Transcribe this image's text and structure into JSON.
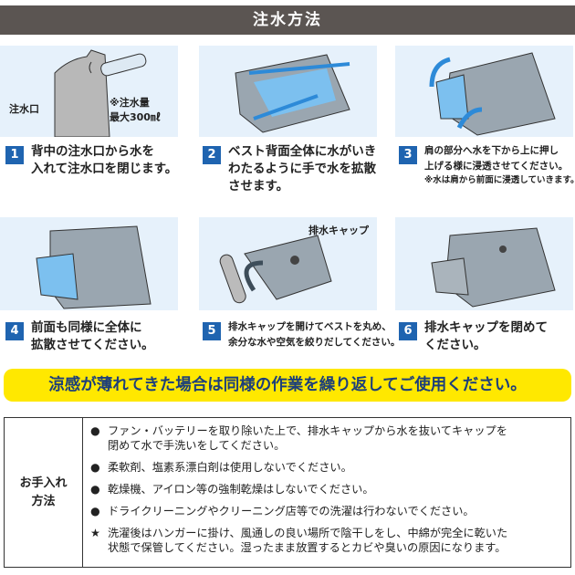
{
  "header": {
    "title": "注水方法"
  },
  "illustration_labels": {
    "inlet": "注水口",
    "amount_line1": "※注水量",
    "amount_line2": "最大300㎖",
    "drain_cap": "排水キャップ"
  },
  "steps": [
    {
      "num": "1",
      "lines": [
        "背中の注水口から水を",
        "入れて注水口を閉じます。"
      ]
    },
    {
      "num": "2",
      "lines": [
        "ベスト背面全体に水がいき",
        "わたるように手で水を拡散",
        "させます。"
      ]
    },
    {
      "num": "3",
      "lines": [
        "肩の部分へ水を下から上に押し",
        "上げる様に浸透させてください。"
      ],
      "note": "※水は肩から前面に浸透していきます。"
    },
    {
      "num": "4",
      "lines": [
        "前面も同様に全体に",
        "拡散させてください。"
      ]
    },
    {
      "num": "5",
      "lines": [
        "排水キャップを開けてベストを丸め、",
        "余分な水や空気を絞りだしてください。"
      ]
    },
    {
      "num": "6",
      "lines": [
        "排水キャップを閉めて",
        "ください。"
      ]
    }
  ],
  "banner": {
    "text": "涼感が薄れてきた場合は同様の作業を繰り返してご使用ください。"
  },
  "care": {
    "label_line1": "お手入れ",
    "label_line2": "方法",
    "items": [
      {
        "bullet": "●",
        "lines": [
          "ファン・バッテリーを取り除いた上で、排水キャップから水を抜いてキャップを",
          "閉めて水で手洗いをしてください。"
        ]
      },
      {
        "bullet": "●",
        "lines": [
          "柔軟剤、塩素系漂白剤は使用しないでください。"
        ]
      },
      {
        "bullet": "●",
        "lines": [
          "乾燥機、アイロン等の強制乾燥はしないでください。"
        ]
      },
      {
        "bullet": "●",
        "lines": [
          "ドライクリーニングやクリーニング店等での洗濯は行わないでください。"
        ]
      },
      {
        "bullet": "★",
        "lines": [
          "洗濯後はハンガーに掛け、風通しの良い場所で陰干しをし、中綿が完全に乾いた",
          "状態で保管してください。湿ったまま放置するとカビや臭いの原因になります。"
        ]
      }
    ]
  },
  "colors": {
    "header": "#5b5552",
    "step_num": "#1f64b0",
    "banner": "#ffe800",
    "banner_text": "#1d3f7a",
    "panel": "#e6f1fb",
    "water": "#5aa9e6"
  }
}
